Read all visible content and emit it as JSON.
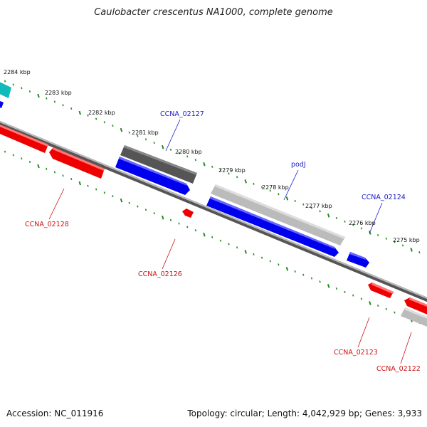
{
  "title": "Caulobacter crescentus NA1000, complete genome",
  "footer": {
    "accession": "Accession: NC_011916",
    "summary": "Topology: circular; Length: 4,042,929 bp; Genes: 3,933"
  },
  "colors": {
    "forward_gene": "#0000ee",
    "reverse_gene": "#ee0000",
    "forward_label": "#1a1acc",
    "reverse_label": "#cc1111",
    "tick": "#228b22",
    "backbone": "#777777",
    "rna_dark": "#555555",
    "rna_light": "#bbbbbb",
    "other": "#11bbbb"
  },
  "ticks": [
    {
      "label": "2284 kbp"
    },
    {
      "label": "2283 kbp"
    },
    {
      "label": "2282 kbp"
    },
    {
      "label": "2281 kbp"
    },
    {
      "label": "2280 kbp"
    },
    {
      "label": "2279 kbp"
    },
    {
      "label": "2278 kbp"
    },
    {
      "label": "2277 kbp"
    },
    {
      "label": "2276 kbp"
    },
    {
      "label": "2275 kbp"
    }
  ],
  "gene_labels": [
    {
      "text": "CCNA_02127",
      "strand": "forward"
    },
    {
      "text": "podJ",
      "strand": "forward"
    },
    {
      "text": "CCNA_02124",
      "strand": "forward"
    },
    {
      "text": "CCNA_02128",
      "strand": "reverse"
    },
    {
      "text": "CCNA_02126",
      "strand": "reverse"
    },
    {
      "text": "CCNA_02123",
      "strand": "reverse"
    },
    {
      "text": "CCNA_02122",
      "strand": "reverse"
    }
  ]
}
